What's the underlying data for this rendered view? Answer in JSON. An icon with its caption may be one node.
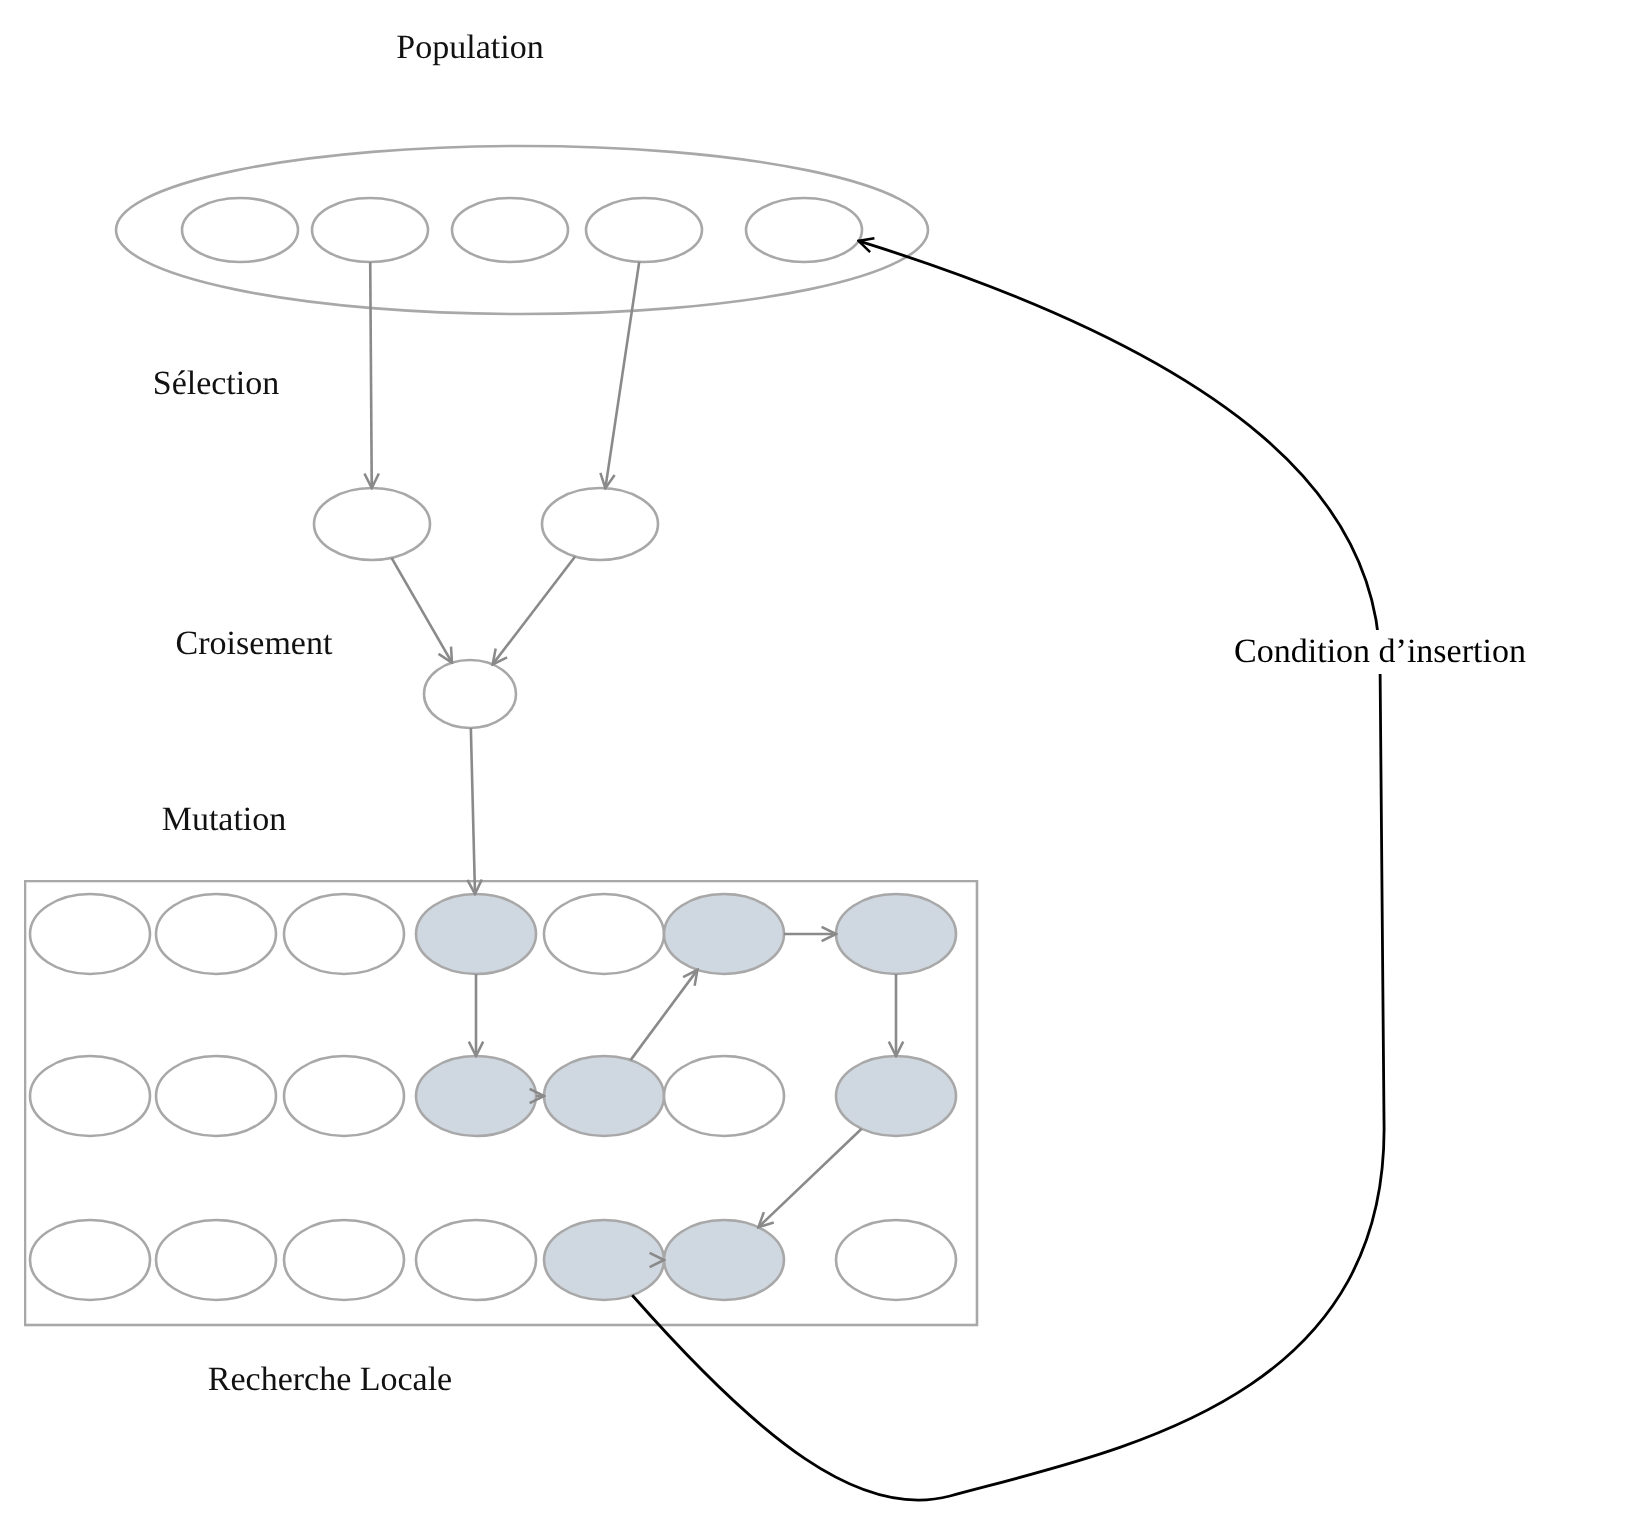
{
  "diagram": {
    "nodes": [
      {
        "text": [
          "Population"
        ]
      },
      {
        "text": [],
        "shape": "ellipse",
        "in": 0
      },
      {
        "text": [],
        "shape": "ellipse",
        "in": 0
      },
      {
        "text": [],
        "shape": "ellipse",
        "in": 0
      },
      {
        "text": [],
        "shape": "ellipse",
        "in": 0
      },
      {
        "text": [],
        "shape": "ellipse",
        "in": 0
      },
      {
        "text": [],
        "shape": "ellipse"
      },
      {
        "text": [],
        "shape": "ellipse"
      },
      {
        "text": [],
        "shape": "ellipse"
      },
      {
        "text": [
          "Recherche Locale"
        ]
      },
      {
        "text": [],
        "shape": "ellipse",
        "in": 9
      },
      {
        "text": [],
        "shape": "ellipse",
        "in": 9
      },
      {
        "text": [],
        "shape": "ellipse",
        "in": 9
      },
      {
        "text": [],
        "shape": "ellipse",
        "in": 9
      },
      {
        "text": [],
        "shape": "ellipse",
        "in": 9
      },
      {
        "text": [],
        "shape": "ellipse",
        "in": 9
      },
      {
        "text": [],
        "shape": "ellipse",
        "in": 9
      },
      {
        "text": [],
        "shape": "ellipse",
        "in": 9
      },
      {
        "text": [],
        "shape": "ellipse",
        "in": 9
      },
      {
        "text": [],
        "shape": "ellipse",
        "in": 9
      },
      {
        "text": [],
        "shape": "ellipse",
        "in": 9
      },
      {
        "text": [],
        "shape": "ellipse",
        "in": 9
      },
      {
        "text": [],
        "shape": "ellipse",
        "in": 9
      },
      {
        "text": [],
        "shape": "ellipse",
        "in": 9
      },
      {
        "text": [],
        "shape": "ellipse",
        "in": 9
      },
      {
        "text": [],
        "shape": "ellipse",
        "in": 9
      },
      {
        "text": [],
        "shape": "ellipse",
        "in": 9
      },
      {
        "text": [],
        "shape": "ellipse",
        "in": 9
      },
      {
        "text": [],
        "shape": "ellipse",
        "in": 9
      },
      {
        "text": [],
        "shape": "ellipse",
        "in": 9
      },
      {
        "text": [],
        "shape": "ellipse",
        "in": 9
      }
    ],
    "edges": [
      {
        "from": 2,
        "to": 6,
        "arrow": "to"
      },
      {
        "from": 4,
        "to": 7,
        "arrow": "to"
      },
      {
        "from": 6,
        "to": 8,
        "arrow": "to"
      },
      {
        "from": 7,
        "to": 8,
        "arrow": "to"
      },
      {
        "from": 8,
        "to": 13,
        "arrow": "to"
      },
      {
        "from": 13,
        "to": 20,
        "arrow": "to"
      },
      {
        "from": 20,
        "to": 21,
        "arrow": "to"
      },
      {
        "from": 21,
        "to": 15,
        "arrow": "to"
      },
      {
        "from": 15,
        "to": 16,
        "arrow": "to"
      },
      {
        "from": 16,
        "to": 23,
        "arrow": "to"
      },
      {
        "from": 23,
        "to": 29,
        "arrow": "to"
      },
      {
        "from": 29,
        "to": 28,
        "arrow": "to"
      },
      {
        "from": 28,
        "to": 5,
        "arrow": "to",
        "label": "Condition d’insertion",
        "color": "#000000"
      }
    ],
    "labels": [
      "Sélection",
      "Croisement",
      "Mutation"
    ]
  }
}
